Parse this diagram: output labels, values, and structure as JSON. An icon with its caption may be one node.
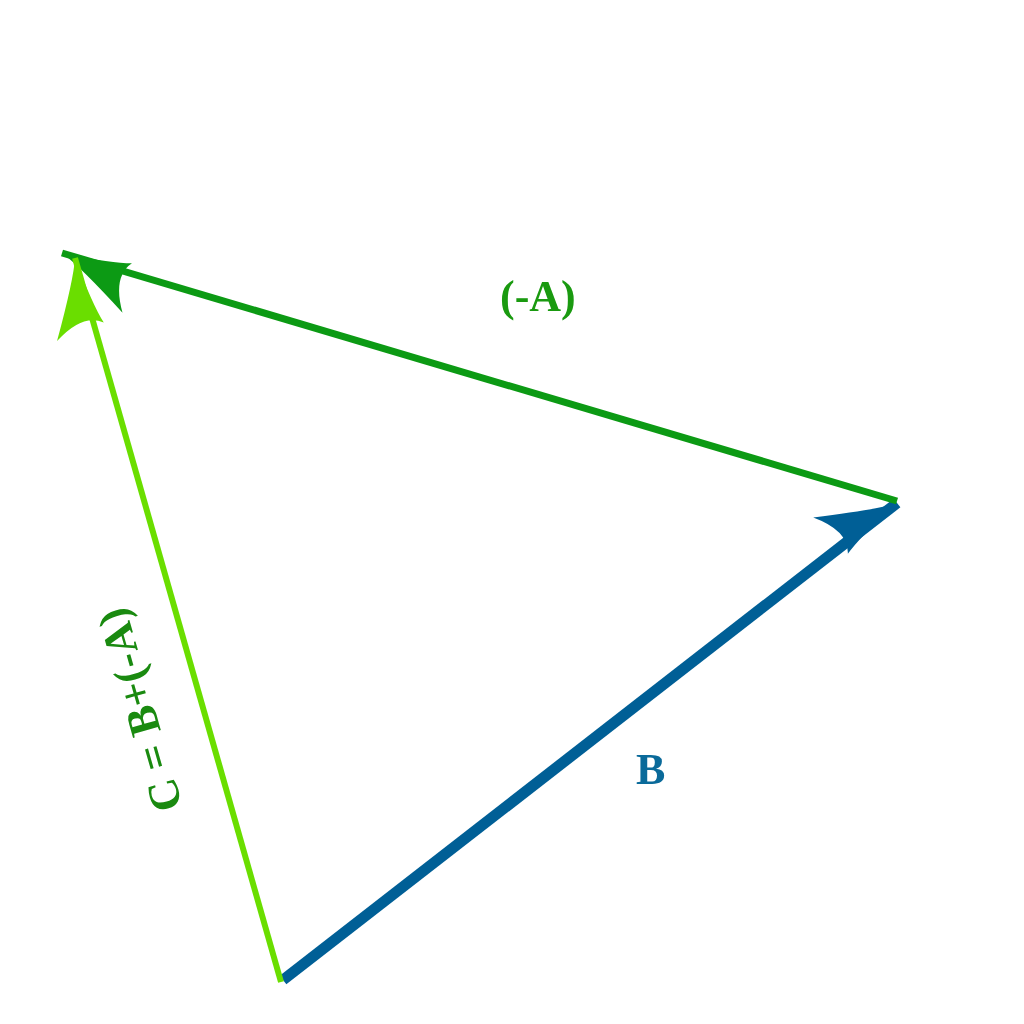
{
  "diagram": {
    "labels": [
      "(-A)",
      "C = B+(-A)",
      "B"
    ]
  }
}
